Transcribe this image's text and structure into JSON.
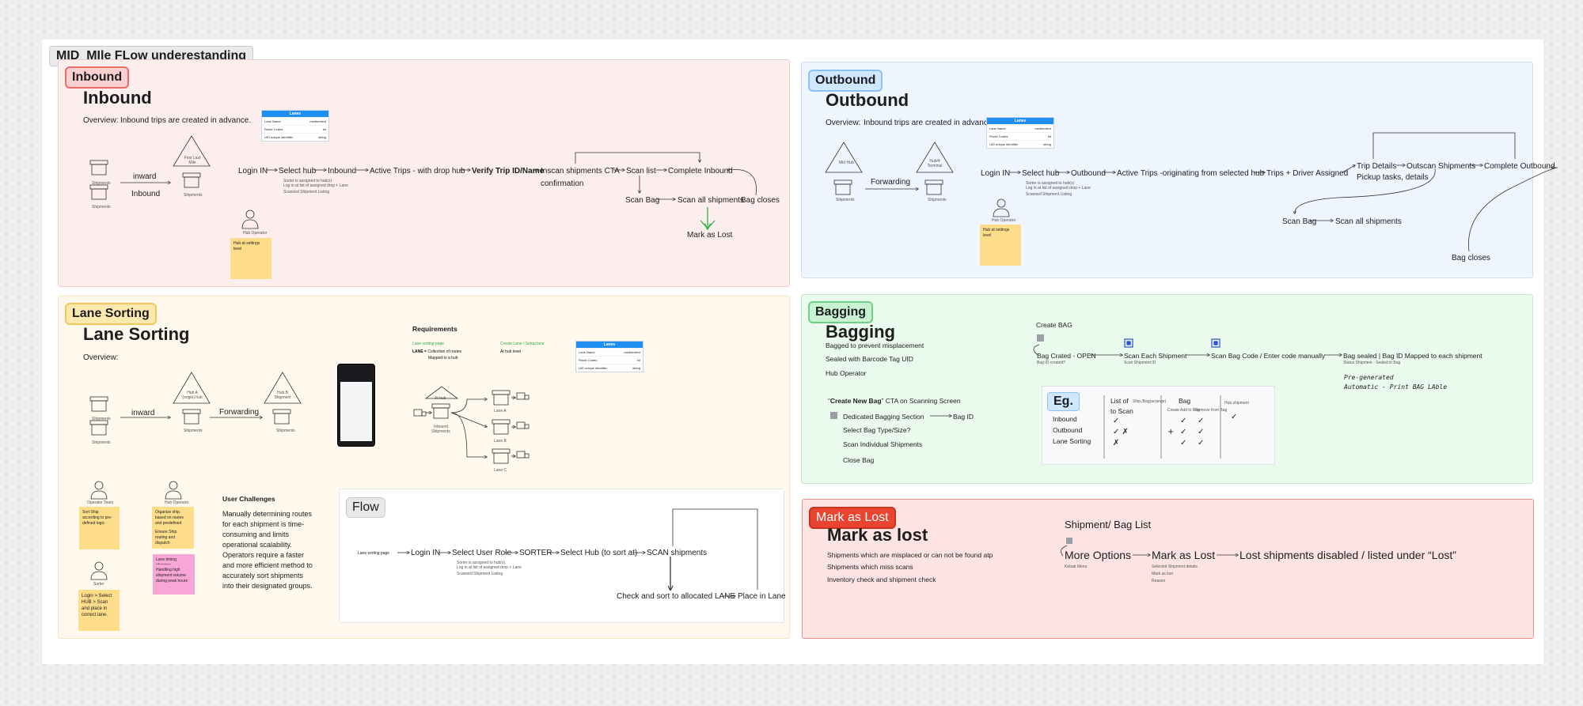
{
  "board_title": "MID_MIle FLow underestanding",
  "inbound": {
    "badge": "Inbound",
    "title": "Inbound",
    "overview_label": "Overview:",
    "overview_text": "Inbound trips are created in advance.",
    "lanes_table": {
      "title": "Lanes",
      "rows": [
        [
          "Lane Name",
          "mediumtext"
        ],
        [
          "Route Codes",
          "int"
        ],
        [
          "UID unique identifier",
          "string"
        ]
      ]
    },
    "shipments_label": "Shipments",
    "first_mile_label": "First Last Mile",
    "arrow_top": "inward",
    "arrow_bottom": "Inbound",
    "flow": [
      "Login IN",
      "Select hub",
      "Inbound",
      "Active Trips - with drop hub",
      "Verify Trip ID/Name",
      "Inscan shipments CTA",
      "Scan list",
      "Complete Inbound"
    ],
    "confirmation": "confirmation",
    "subnotes": [
      "Sorter is assigned to hub(s)",
      "Log in at list of assigned drop + Lane",
      "Scanned Shipment Listing"
    ],
    "branch": [
      "Scan Bag",
      "Scan all shipments",
      "Bag closes"
    ],
    "mark_lost": "Mark as Lost",
    "operator": "Hub Operator",
    "sticky": "Hub at settings level"
  },
  "outbound": {
    "badge": "Outbound",
    "title": "Outbound",
    "overview_label": "Overview:",
    "overview_text": "Inbound trips are created in advance.",
    "lanes_table": {
      "title": "Lanes",
      "rows": [
        [
          "Lane Name",
          "mediumtext"
        ],
        [
          "Route Codes",
          "int"
        ],
        [
          "UID unique identifier",
          "string"
        ]
      ]
    },
    "nodes": [
      "Mid Hub",
      "Hub/4 Terminal"
    ],
    "arrow": "Forwarding",
    "shipments_label": "Shipments",
    "flow": [
      "Login IN",
      "Select hub",
      "Outbound",
      "Active Trips -originating from selected hub",
      "Trips + Driver Assigned",
      "Trip Details",
      "Outscan Shipments",
      "Complete Outbound"
    ],
    "trip_sub": "Pickup tasks, details",
    "subnotes": [
      "Sorter is assigned to hub(s)",
      "Log in at list of assigned drop + Lane",
      "Scanned Shipment Listing"
    ],
    "branch": [
      "Scan Bag",
      "Scan all shipments"
    ],
    "bag_closes": "Bag closes",
    "operator": "Hub Operator",
    "sticky": "Hub at settings level"
  },
  "lane_sorting": {
    "badge": "Lane Sorting",
    "title": "Lane Sorting",
    "overview_label": "Overview:",
    "shipments_label": "Shipments",
    "nodes": [
      "Hub A (origin) hub",
      "Hub B Shipment"
    ],
    "arrows": [
      "inward",
      "Forwarding"
    ],
    "requirements": {
      "title": "Requirements",
      "left_link": "Lane sorting page",
      "lane_def_bold": "LANE =",
      "lane_def": "Collection of routes",
      "lane_def2": "Mapped to a hub",
      "right_link": "Create Lane / Setup lane",
      "right_note": "At hub level"
    },
    "lanes_table": {
      "title": "Lanes",
      "rows": [
        [
          "Lane Name",
          "mediumtext"
        ],
        [
          "Route Codes",
          "int"
        ],
        [
          "UID unique identifier",
          "string"
        ]
      ]
    },
    "diagram": {
      "hub": "At hub",
      "inbound": "Inbound Shipments",
      "lanes": [
        "Lane A",
        "Lane B",
        "Lane C"
      ]
    },
    "personas": [
      "Operator Team",
      "Hub Operator",
      "Sorter"
    ],
    "stickies": [
      "Sort Ship. according to pre-defined logic",
      "Organize ship. based on routes and predefined logic into lanes",
      "Ensure Ship. routing and dispatch",
      "Lane timing changes",
      "Handling high shipment volume during peak hours",
      "Login > Select HUB > Scan and place in correct lane."
    ],
    "challenges_title": "User Challenges",
    "challenges_text": "Manually determining routes for each shipment is time-consuming and limits operational scalability. Operators require a faster and more efficient method to accurately sort shipments into their designated groups."
  },
  "flow": {
    "badge": "Flow",
    "steps": [
      "Lane sorting page",
      "Login IN",
      "Select User Role",
      "SORTER",
      "Select Hub (to sort at)",
      "SCAN shipments"
    ],
    "subnotes": [
      "Sorter is assigned to hub(s)",
      "Log in at list of assigned drop + Lane",
      "Scanned Shipment Listing"
    ],
    "end": [
      "Check and sort to allocated LANE",
      "Place in Lane"
    ]
  },
  "bagging": {
    "badge": "Bagging",
    "title": "Bagging",
    "lines": [
      "Bagged to prevent misplacement",
      "Sealed with Barcode Tag  UID",
      "Hub Operator"
    ],
    "cta_prefix": "“",
    "cta_bold": "Create New Bag",
    "cta_rest": "” CTA on Scanning Screen",
    "dedicated": "Dedicated Bagging Section",
    "bag_id": "Bag ID",
    "steps_list": [
      "Select Bag Type/Size?",
      "Scan Individual Shipments",
      "Close Bag"
    ],
    "create_bag": "Create BAG",
    "flow": [
      "Bag Crated - OPEN",
      "Scan Each Shipment",
      "Scan Bag Code / Enter code manually",
      "Bag sealed | Bag ID Mapped to each shipment"
    ],
    "flow_notes": [
      "Bag ID created?",
      "Scan Shipment ID",
      "Status Shipment - Sealed in Bag"
    ],
    "handwritten": [
      "Pre-generated",
      "Automatic - Print BAG LAble"
    ],
    "eg": {
      "badge": "Eg.",
      "rows": [
        "Inbound",
        "Outbound",
        "Lane Sorting"
      ],
      "col1": "List of",
      "col1b": "to Scan",
      "col1_small": "Ship./Bag(arrange)",
      "col2": "Bag",
      "col2_sub": [
        "Create",
        "Add to Bag",
        "Remove from Bag"
      ],
      "col3": "Hub shipment"
    }
  },
  "mark_lost": {
    "badge": "Mark as Lost",
    "title": "Mark as lost",
    "lines": [
      "Shipments which are misplaced or can not be found atp",
      "Shipments which miss scans",
      "Inventory check and shipment check"
    ],
    "list_title": "Shipment/ Bag List",
    "flow": [
      "More Options",
      "Mark as Lost",
      "Lost shipments disabled / listed under “Lost”"
    ],
    "kebab": "Kebab Menu",
    "details": [
      "Selected Shipment details",
      "Mark as lost",
      "Reason"
    ]
  }
}
